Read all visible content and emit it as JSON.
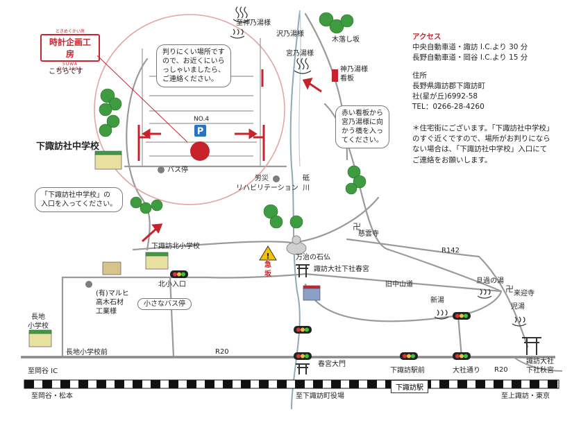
{
  "logo": {
    "small_text": "ときめくかい房",
    "name": "時計企画工房",
    "sub_text": "SUWA",
    "year_text": "DAL2005",
    "caption": "こちらです"
  },
  "parking": {
    "number": "NO.4",
    "symbol": "P"
  },
  "bubbles": {
    "top": [
      "判りにくい場所です",
      "ので、お近くにいら",
      "っしゃいましたら、",
      "ご連絡ください。"
    ],
    "school": [
      "「下諏訪社中学校」の",
      "入口を入ってください。"
    ],
    "sign": [
      "赤い看板から",
      "宮乃湯様に向",
      "かう橋を入っ",
      "てください。"
    ]
  },
  "labels": {
    "school_main": "下諏訪社中学校",
    "bus_stop": "バス停",
    "rosai": "労災",
    "rehab": "リハビリテーション",
    "river1": "砥",
    "river2": "川",
    "kanno": "至神乃湯様",
    "sawano": "沢乃湯様",
    "kiochi": "木落し坂",
    "miyano": "宮乃湯様",
    "kanno_sign1": "神乃湯様",
    "kanno_sign2": "看板",
    "kita_school": "下諏訪北小学校",
    "kita_entrance": "北小入口",
    "small_bus": "小さなバス停",
    "maruhi1": "(有)マルヒ",
    "maruhi2": "高木石材",
    "maruhi3": "工業様",
    "nagaji1": "長地",
    "nagaji2": "小学校",
    "nagaji_mae": "長地小学校前",
    "okaya_ic": "至岡谷 IC",
    "okaya_matsumoto": "至岡谷・松本",
    "kyusaka1": "急",
    "kyusaka2": "坂",
    "mandara": "万治の石仏",
    "harumiya": "諏訪大社下社春宮",
    "nakasendo": "旧中山道",
    "jiunji": "慈雲寺",
    "r142": "R142",
    "r20a": "R20",
    "r20b": "R20",
    "tansugi": "旦過の湯",
    "raigoji": "来迎寺",
    "shinyu": "新湯",
    "koyu": "児湯",
    "harumiya_gate": "春宮大門",
    "station_mae": "下諏訪駅前",
    "taisha_dori": "大社通り",
    "akimiya1": "諏訪大社",
    "akimiya2": "下社秋宮",
    "station": "下諏訪駅",
    "town_office": "至下諏訪町役場",
    "kamisuwa": "至上諏訪・東京"
  },
  "access": {
    "head": "アクセス",
    "lines": [
      "中央自動車道・諏訪 I.C.より 30 分",
      "長野自動車道・岡谷 I.C.より 15 分"
    ],
    "addr_head": "住所",
    "addr": [
      "長野県諏訪郡下諏訪町",
      "社(星が丘)6992-58",
      "TEL：0266-28-4260"
    ]
  },
  "note": [
    "＊住宅街にございます。「下諏訪社中学校」",
    "のすぐ近くですので、場所がお判りになら",
    "ない場合は、「下諏訪社中学校」入口にて",
    "ご連絡をお願いします。"
  ],
  "colors": {
    "accent": "#c8232c",
    "road": "#999999",
    "green": "#3f9b3f",
    "river": "#8fa9b8"
  }
}
